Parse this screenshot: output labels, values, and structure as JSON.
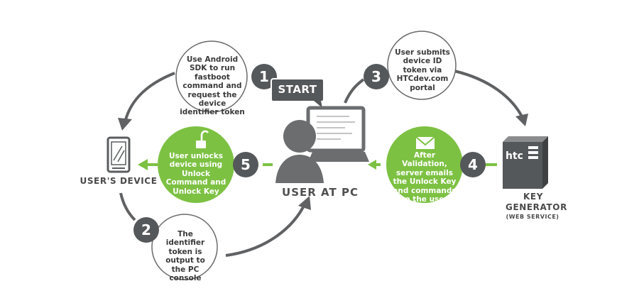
{
  "colors": {
    "gray": "#55585a",
    "light_gray": "#9a9a9a",
    "green": "#7dc143",
    "arrow": "#5f6163"
  },
  "steps": [
    {
      "number": "1",
      "text": "Use Android SDK to run fastboot command and request the device identifier token"
    },
    {
      "number": "2",
      "text": "The identifier token is output to the PC console"
    },
    {
      "number": "3",
      "text": "User submits device ID token via HTCdev.com portal"
    },
    {
      "number": "4",
      "text": "After Validation, server emails the Unlock Key and commands to the user"
    },
    {
      "number": "5",
      "text": "User unlocks device using Unlock Command and Unlock Key"
    }
  ],
  "start_label": "START",
  "nodes": {
    "users_device": "USER'S DEVICE",
    "user_at_pc": "USER AT PC",
    "key_generator": "KEY GENERATOR",
    "key_generator_sub": "(WEB SERVICE)",
    "server_brand": "htc"
  },
  "icons": [
    "phone-icon",
    "user-at-pc-icon",
    "server-icon",
    "unlock-icon",
    "envelope-icon"
  ]
}
